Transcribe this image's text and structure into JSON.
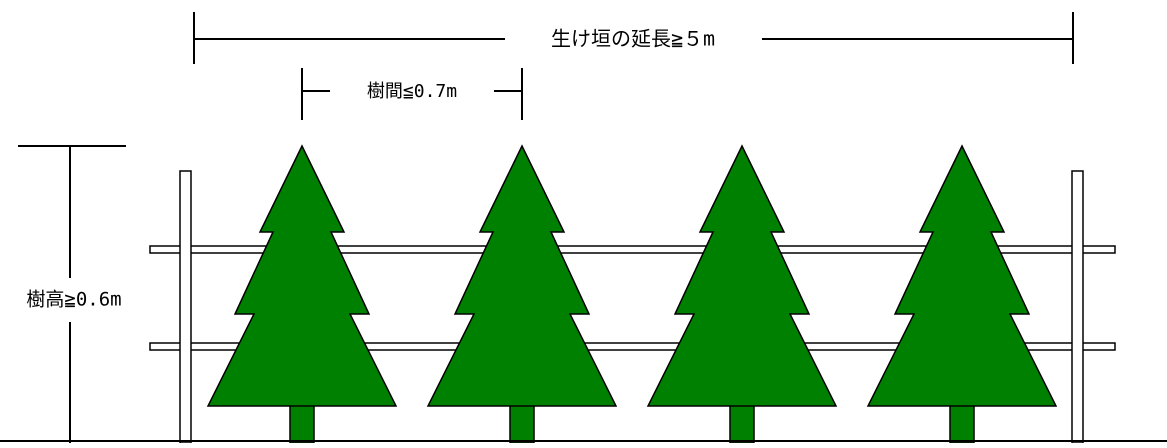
{
  "labels": {
    "hedge_length": "生け垣の延長≧５m",
    "tree_spacing": "樹間≦0.7m",
    "tree_height": "樹高≧0.6m"
  },
  "colors": {
    "tree_fill": "#008000",
    "stroke": "#000000",
    "background": "#ffffff"
  },
  "counts": {
    "trees": 4,
    "posts": 2,
    "rails": 2
  }
}
